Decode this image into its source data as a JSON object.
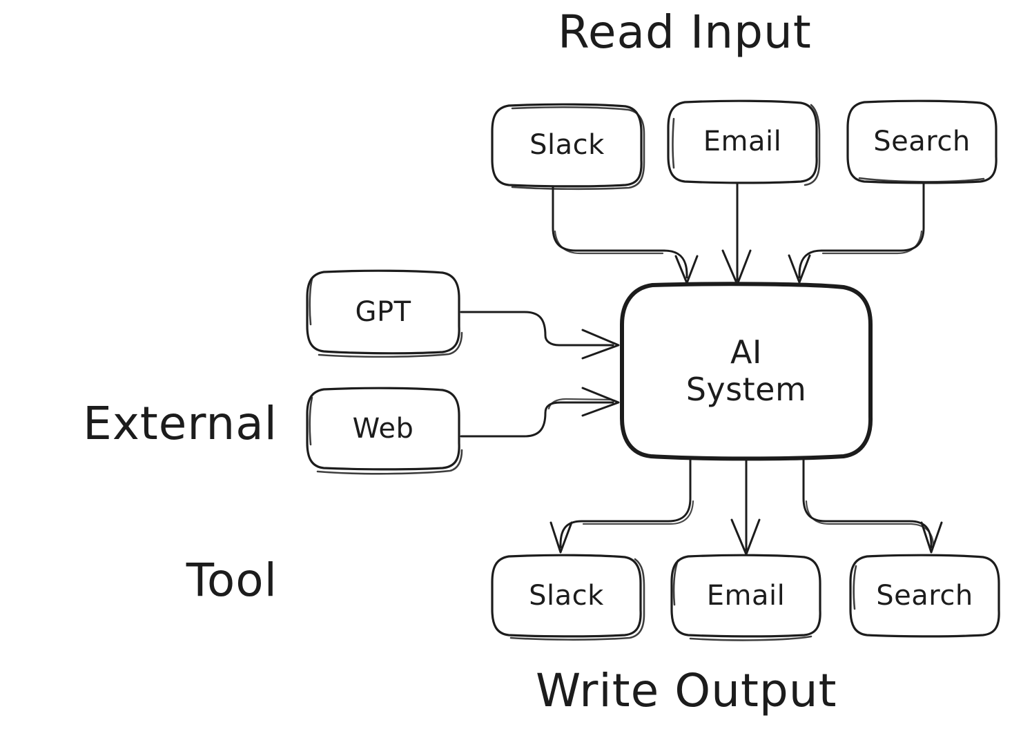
{
  "diagram": {
    "title_read_input": "Read Input",
    "title_write_output": "Write Output",
    "title_external_tool_line1": "External",
    "title_external_tool_line2": "Tool",
    "center_node_line1": "AI",
    "center_node_line2": "System",
    "stroke_color": "#1c1c1c",
    "background_color": "#ffffff",
    "input_nodes": [
      {
        "label": "Slack"
      },
      {
        "label": "Email"
      },
      {
        "label": "Search"
      }
    ],
    "tool_nodes": [
      {
        "label": "GPT"
      },
      {
        "label": "Web"
      }
    ],
    "output_nodes": [
      {
        "label": "Slack"
      },
      {
        "label": "Email"
      },
      {
        "label": "Search"
      }
    ]
  }
}
